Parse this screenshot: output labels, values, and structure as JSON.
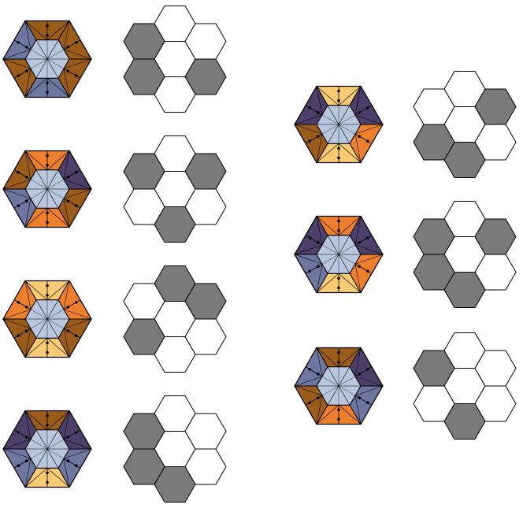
{
  "colors": {
    "center": "#b8c6de",
    "line": "#000000",
    "hex_filled": "#7a7a7a",
    "hex_empty": "#ffffff",
    "palette": {
      "brown": "#9a5c18",
      "orange": "#ed7f2d",
      "sand": "#fbcb73",
      "purple": "#4e3e6a",
      "slate": "#6e77a0"
    }
  },
  "figures": [
    {
      "id": "left-1",
      "sectors": [
        "brown",
        "brown",
        "brown",
        "slate",
        "brown",
        "slate"
      ],
      "cluster": [
        false,
        false,
        true,
        false,
        true,
        true
      ]
    },
    {
      "id": "left-2",
      "sectors": [
        "orange",
        "purple",
        "brown",
        "orange",
        "slate",
        "brown"
      ],
      "cluster": [
        false,
        true,
        false,
        true,
        false,
        true
      ]
    },
    {
      "id": "left-3",
      "sectors": [
        "sand",
        "orange",
        "brown",
        "sand",
        "brown",
        "orange"
      ],
      "cluster": [
        true,
        true,
        false,
        false,
        true,
        false
      ]
    },
    {
      "id": "left-4",
      "sectors": [
        "brown",
        "purple",
        "slate",
        "sand",
        "slate",
        "purple"
      ],
      "cluster": [
        false,
        false,
        false,
        true,
        true,
        true
      ]
    },
    {
      "id": "right-1",
      "sectors": [
        "sand",
        "purple",
        "orange",
        "sand",
        "brown",
        "purple"
      ],
      "cluster": [
        false,
        true,
        false,
        true,
        true,
        false
      ]
    },
    {
      "id": "right-2",
      "sectors": [
        "orange",
        "purple",
        "orange",
        "sand",
        "slate",
        "purple"
      ],
      "cluster": [
        false,
        true,
        false,
        true,
        true,
        true
      ]
    },
    {
      "id": "right-3",
      "sectors": [
        "brown",
        "purple",
        "slate",
        "orange",
        "brown",
        "slate"
      ],
      "cluster": [
        false,
        false,
        false,
        true,
        false,
        true
      ]
    }
  ]
}
